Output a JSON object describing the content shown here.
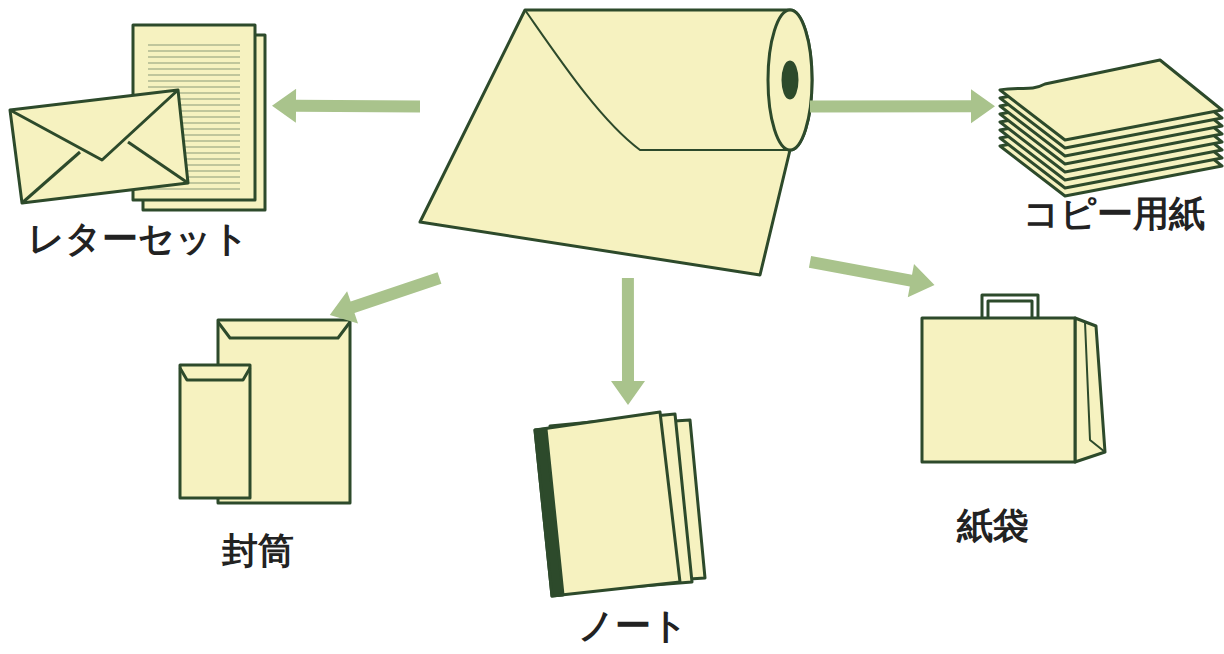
{
  "diagram": {
    "nodes": [
      {
        "text": []
      },
      {
        "text": [
          "レターセット"
        ]
      },
      {
        "text": [
          "コピー用紙"
        ]
      },
      {
        "text": [
          "封筒"
        ]
      },
      {
        "text": [
          "紙袋"
        ]
      },
      {
        "text": [
          "ノート"
        ]
      }
    ],
    "edges": [
      {
        "from": 0,
        "to": 1,
        "arrow": "to"
      },
      {
        "from": 0,
        "to": 2,
        "arrow": "to"
      },
      {
        "from": 0,
        "to": 3,
        "arrow": "to"
      },
      {
        "from": 0,
        "to": 4,
        "arrow": "to"
      },
      {
        "from": 0,
        "to": 5,
        "arrow": "to"
      }
    ]
  }
}
